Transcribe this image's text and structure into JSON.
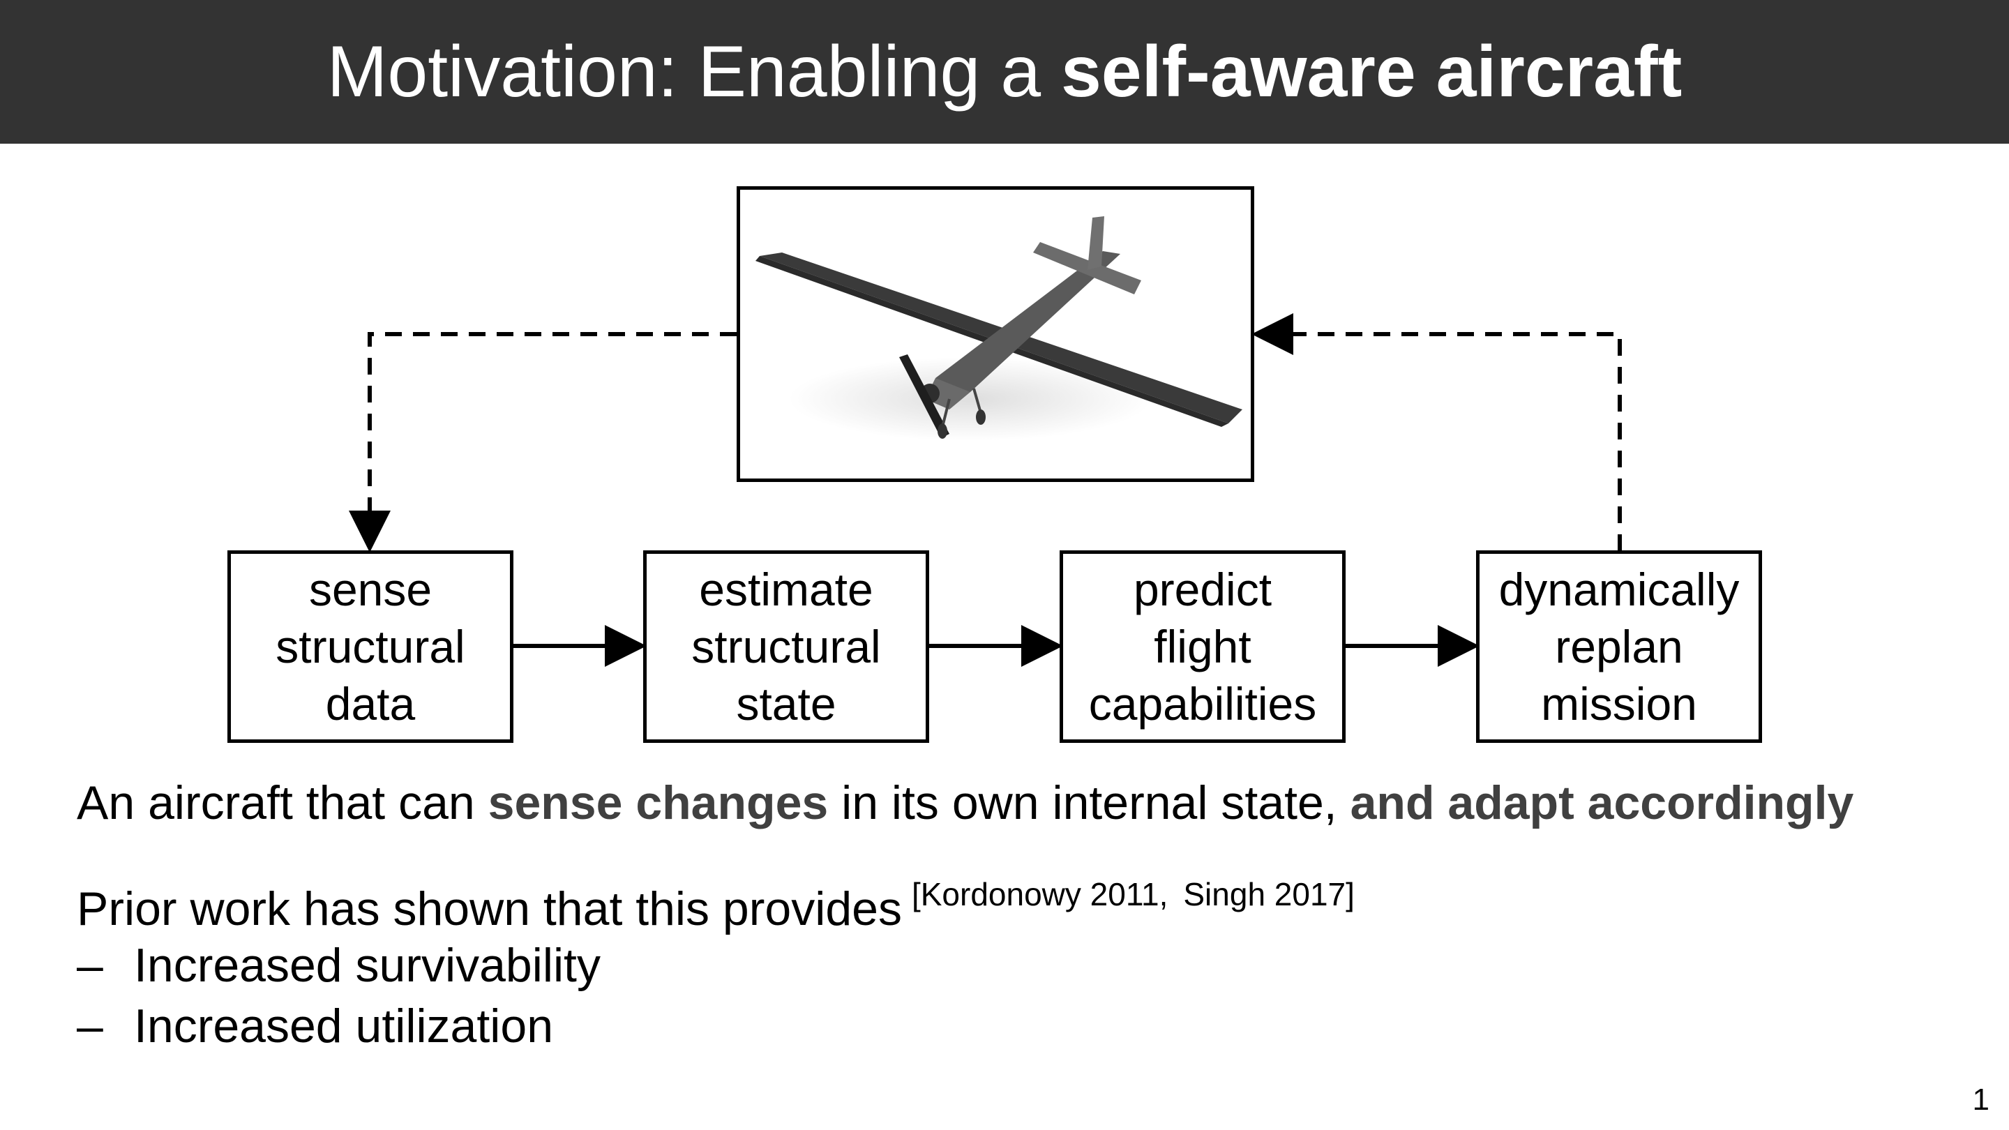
{
  "header": {
    "title_regular": "Motivation: Enabling a ",
    "title_bold": "self-aware aircraft"
  },
  "diagram": {
    "boxes": [
      {
        "lines": [
          "sense",
          "structural",
          "data"
        ]
      },
      {
        "lines": [
          "estimate",
          "structural",
          "state"
        ]
      },
      {
        "lines": [
          "predict",
          "flight",
          "capabilities"
        ]
      },
      {
        "lines": [
          "dynamically",
          "replan",
          "mission"
        ]
      }
    ]
  },
  "tagline": {
    "part1": "An aircraft that can ",
    "bold1": "sense changes",
    "part2": " in its own internal state, ",
    "bold2": "and adapt accordingly"
  },
  "prior": {
    "text": "Prior work has shown that this provides",
    "cite_1": "[Kordonowy 2011,",
    "cite_2": "Singh 2017]"
  },
  "bullets": [
    {
      "dash": "–",
      "text": "Increased survivability"
    },
    {
      "dash": "–",
      "text": "Increased utilization"
    }
  ],
  "slide_number": "1",
  "colors": {
    "header_bg": "#333333",
    "header_text": "#ffffff",
    "emphasis_text": "#404040"
  }
}
